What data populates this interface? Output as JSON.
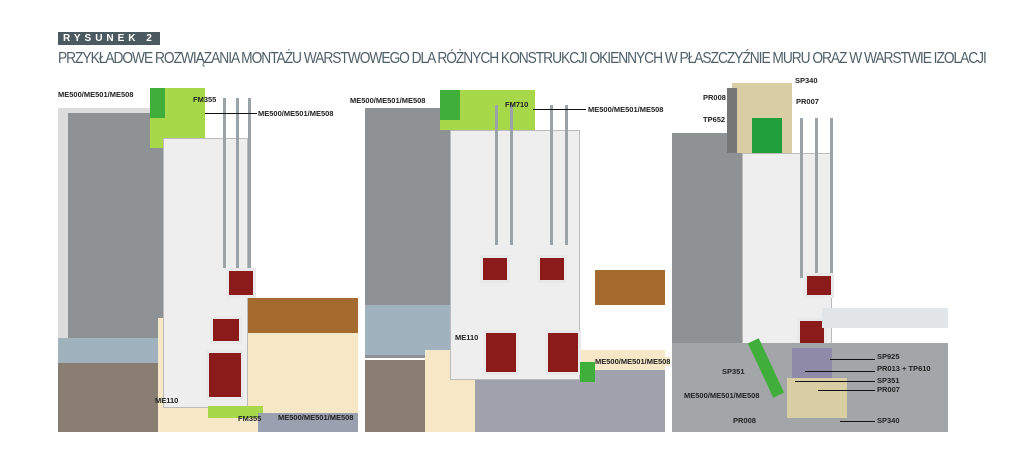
{
  "figure_tag": "RYSUNEK 2",
  "title": "PRZYKŁADOWE ROZWIĄZANIA MONTAŻU WARSTWOWEGO DLA RÓŻNYCH KONSTRUKCJI OKIENNYCH W PŁASZCZYŹNIE MURU ORAZ W WARSTWIE IZOLACJI",
  "panel1": {
    "labels": [
      "ME500/ME501/ME508",
      "FM355",
      "ME500/ME501/ME508",
      "ME110",
      "FM355",
      "ME500/ME501/ME508"
    ]
  },
  "panel2": {
    "labels": [
      "ME500/ME501/ME508",
      "FM710",
      "ME500/ME501/ME508",
      "ME110",
      "ME500/ME501/ME508"
    ]
  },
  "panel3": {
    "labels": [
      "SP340",
      "PR008",
      "PR007",
      "TP652",
      "SP925",
      "PR013 + TP610",
      "SP351",
      "SP351",
      "PR007",
      "ME500/ME501/ME508",
      "PR008",
      "SP340"
    ]
  },
  "colors": {
    "green": "#6cc04a",
    "light_green": "#a6d84a",
    "wall": "#9a9c9e",
    "beige": "#f6e8c6",
    "red": "#8b1a1a",
    "wood": "#a56a2e"
  }
}
